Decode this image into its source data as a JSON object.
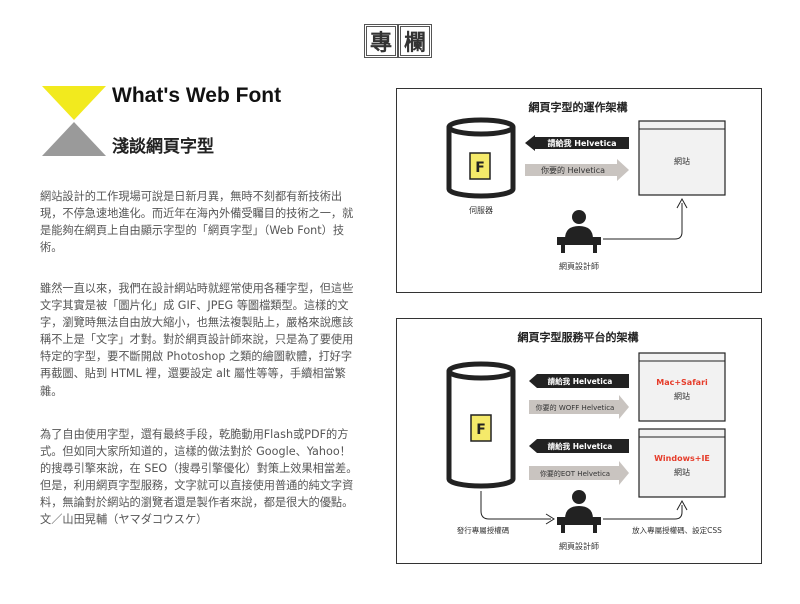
{
  "header": {
    "chars": [
      "專",
      "欄"
    ]
  },
  "article": {
    "title_en": "What's Web Font",
    "title_zh": "淺談網頁字型",
    "paragraphs": [
      "網站設計的工作現場可說是日新月異，無時不刻都有新技術出現，不停急速地進化。而近年在海內外備受矚目的技術之一，就是能夠在網頁上自由顯示字型的「網頁字型」（Web Font）技術。",
      "雖然一直以來，我們在設計網站時就經常使用各種字型，但這些文字其實是被「圖片化」成 GIF、JPEG 等圖檔類型。這樣的文字，瀏覽時無法自由放大縮小，也無法複製貼上，嚴格來說應該稱不上是「文字」才對。對於網頁設計師來說，只是為了要使用特定的字型，要不斷開啟 Photoshop 之類的繪圖軟體，打好字再截圖、貼到 HTML 裡，還要設定 alt 屬性等等，手續相當繁雜。",
      "為了自由使用字型，還有最終手段，乾脆動用Flash或PDF的方式。但如同大家所知道的，這樣的做法對於 Google、Yahoo！的搜尋引擎來說，在 SEO（搜尋引擎優化）對策上效果相當差。但是，利用網頁字型服務，文字就可以直接使用普通的純文字資料，無論對於網站的瀏覽者還是製作者來說，都是很大的優點。",
      "文／山田晃輔（ヤマダコウスケ）"
    ]
  },
  "diagram1": {
    "title": "網頁字型的運作架構",
    "request_label": "請給我 Helvetica",
    "response_label": "你要的 Helvetica",
    "site_label": "網站",
    "server_label": "伺服器",
    "designer_label": "網頁設計師",
    "font_icon_letter": "F"
  },
  "diagram2": {
    "title": "網頁字型服務平台的架構",
    "request1_label": "請給我 Helvetica",
    "response1_label": "你要的 WOFF Helvetica",
    "site1_browser": "Mac+Safari",
    "site1_label": "網站",
    "request2_label": "請給我 Helvetica",
    "response2_label": "你要的EOT Helvetica",
    "site2_browser": "Windows+IE",
    "site2_label": "網站",
    "left_flow_label": "發行專屬授權碼",
    "right_flow_label": "放入專屬授權碼、設定CSS",
    "designer_label": "網頁設計師",
    "font_icon_letter": "F"
  },
  "colors": {
    "logo_yellow": "#f2ea1e",
    "logo_gray": "#9a9a9a",
    "font_yellow": "#f5ea6a",
    "browser_red": "#e63c2a"
  }
}
